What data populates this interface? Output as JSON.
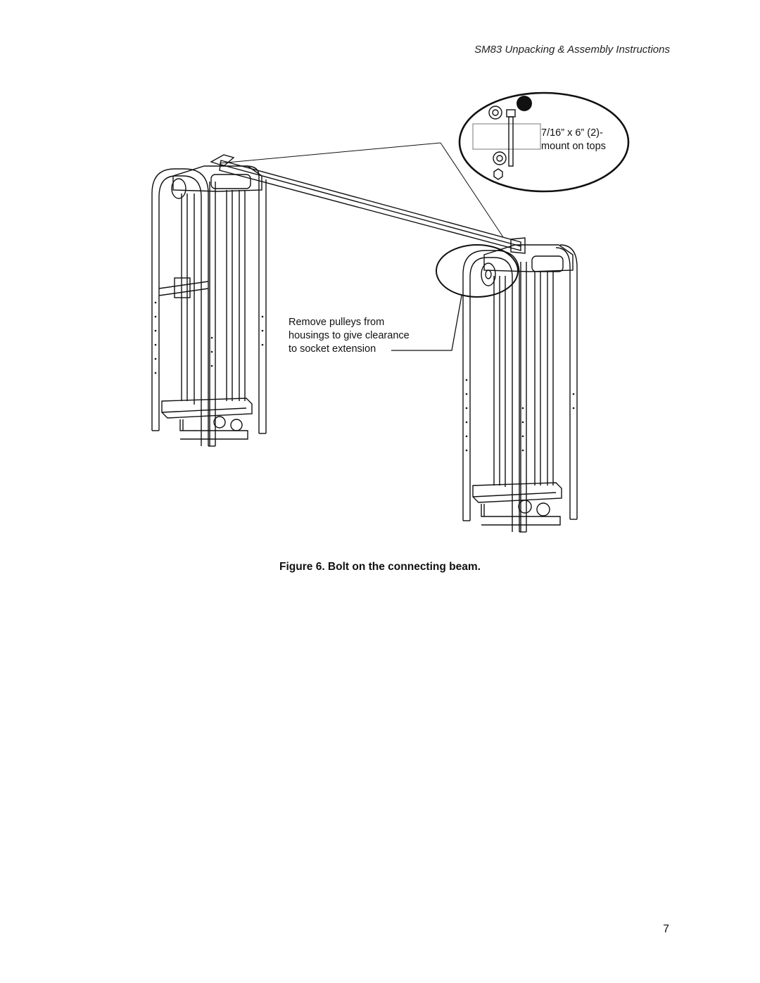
{
  "header": {
    "title": "SM83 Unpacking & Assembly Instructions"
  },
  "figure": {
    "bolt_callout": {
      "line1": "7/16” x 6” (2)-",
      "line2": "mount on tops"
    },
    "pulley_callout": {
      "line1": "Remove pulleys from",
      "line2": "housings to give clearance",
      "line3": "to socket extension"
    }
  },
  "caption": "Figure 6. Bolt on the connecting beam.",
  "page_number": "7"
}
